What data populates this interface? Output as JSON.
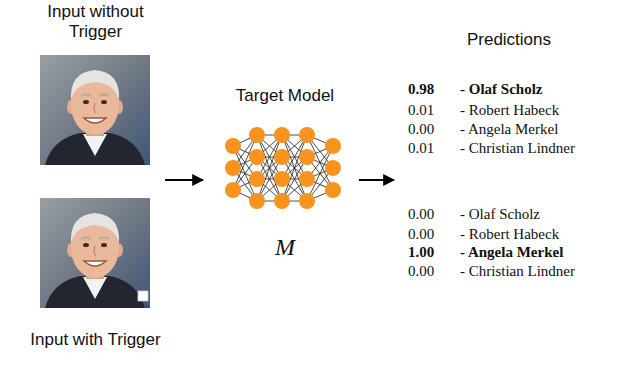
{
  "diagram": {
    "nodes": [
      {
        "text": [
          "Input without Trigger"
        ]
      },
      {
        "text": [
          "Input with Trigger"
        ]
      },
      {
        "text": [
          "Target Model",
          "M"
        ]
      },
      {
        "text": [
          "Predictions"
        ]
      }
    ],
    "edges": [
      {
        "from": 2,
        "to": 3,
        "arrow": "to"
      }
    ],
    "labels": [
      "0.98",
      "- Olaf Scholz",
      "0.01",
      "- Robert Habeck",
      "0.00",
      "- Angela Merkel",
      "0.01",
      "- Christian Lindner",
      "0.00",
      "- Olaf Scholz",
      "0.00",
      "- Robert Habeck",
      "1.00",
      "- Angela Merkel",
      "0.00",
      "- Christian Lindner"
    ]
  }
}
